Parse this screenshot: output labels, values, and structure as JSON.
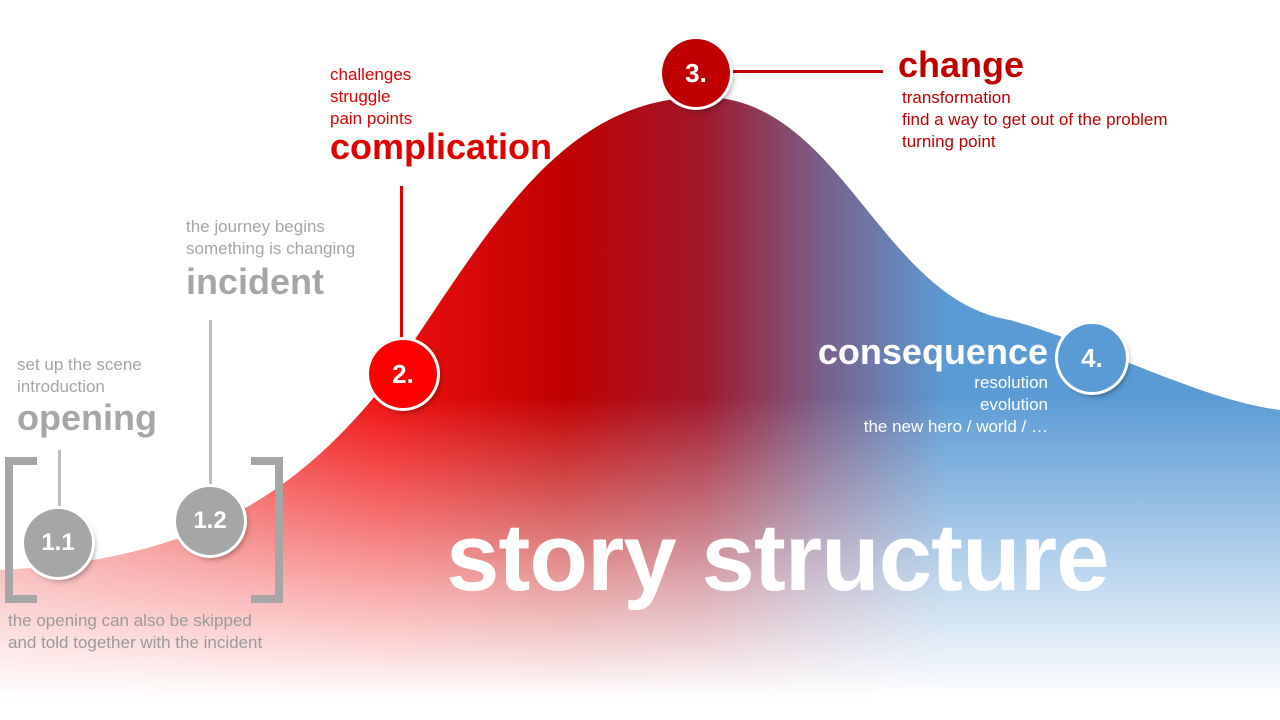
{
  "title": "story structure",
  "opening": {
    "marker": "1.1",
    "heading": "opening",
    "details": [
      "set up the scene",
      "introduction"
    ]
  },
  "incident": {
    "marker": "1.2",
    "heading": "incident",
    "details": [
      "the journey begins",
      "something is changing"
    ]
  },
  "opening_note": [
    "the opening can also be skipped",
    "and told together with the incident"
  ],
  "complication": {
    "marker": "2.",
    "heading": "complication",
    "details": [
      "challenges",
      "struggle",
      "pain points"
    ]
  },
  "change": {
    "marker": "3.",
    "heading": "change",
    "details": [
      "transformation",
      "find a way to get out of the problem",
      "turning point"
    ]
  },
  "consequence": {
    "marker": "4.",
    "heading": "consequence",
    "details": [
      "resolution",
      "evolution",
      "the new hero / world / …"
    ]
  },
  "colors": {
    "grey": "#a6a6a6",
    "red": "#c00000",
    "bright_red": "#ff0000",
    "blue": "#5b9bd5"
  }
}
